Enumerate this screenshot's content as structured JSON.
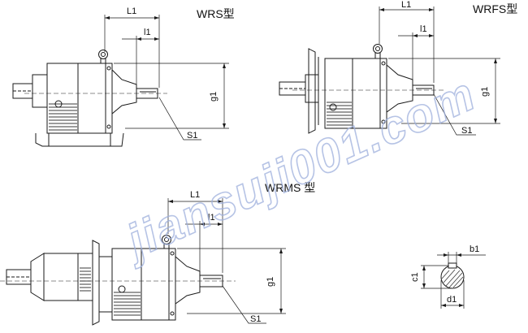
{
  "colors": {
    "line": "#1a1a1a",
    "hatch": "#3a3a3a",
    "watermark": "#9eb0dd"
  },
  "watermark": "jiansuji001.com",
  "diagrams": {
    "wrs": {
      "title": "WRS型",
      "dims": {
        "L1": "L1",
        "l1": "l1",
        "g1": "g1",
        "S1": "S1"
      }
    },
    "wrfs": {
      "title": "WRFS型",
      "dims": {
        "L1": "L1",
        "l1": "l1",
        "g1": "g1",
        "S1": "S1"
      }
    },
    "wrms": {
      "title": "WRMS 型",
      "dims": {
        "L1": "L1",
        "l1": "l1",
        "g1": "g1",
        "S1": "S1"
      }
    },
    "shaft_section": {
      "dims": {
        "b1": "b1",
        "c1": "c1",
        "d1": "d1"
      }
    }
  }
}
